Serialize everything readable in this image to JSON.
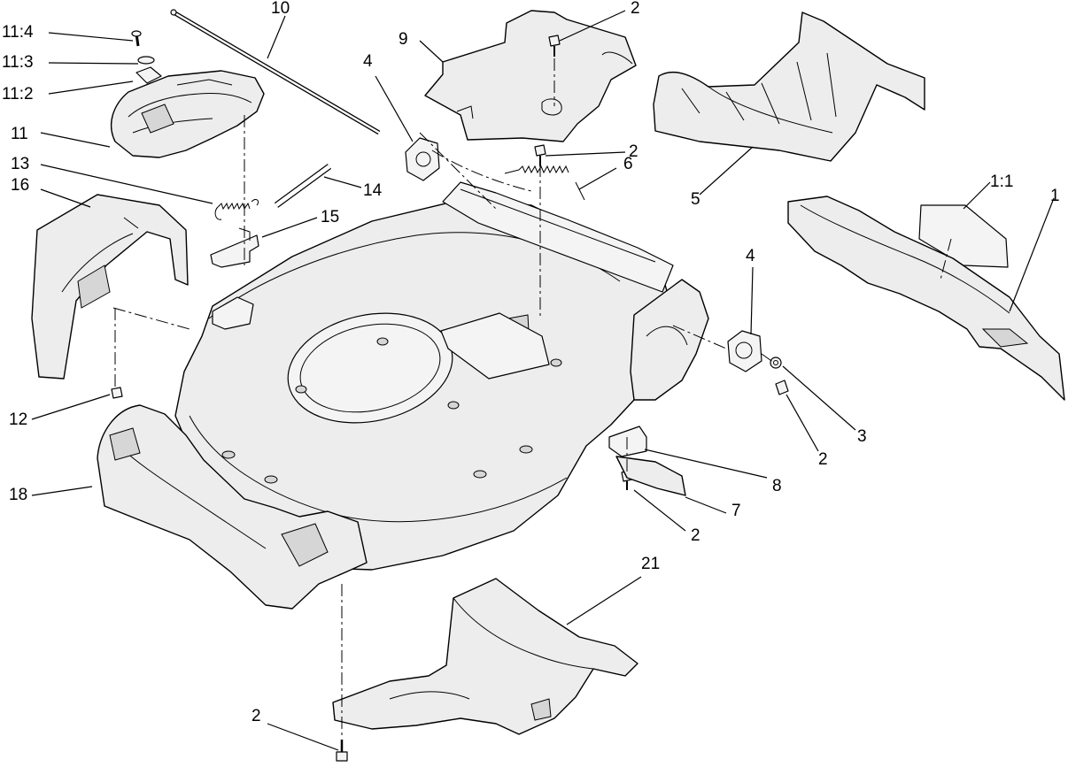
{
  "callouts": {
    "c_11_4": "11:4",
    "c_11_3": "11:3",
    "c_11_2": "11:2",
    "c_11": "11",
    "c_13": "13",
    "c_16": "16",
    "c_10": "10",
    "c_4a": "4",
    "c_9": "9",
    "c_2a": "2",
    "c_2b": "2",
    "c_6": "6",
    "c_14": "14",
    "c_15": "15",
    "c_5": "5",
    "c_1_1": "1:1",
    "c_1": "1",
    "c_4b": "4",
    "c_3": "3",
    "c_2c": "2",
    "c_12": "12",
    "c_18": "18",
    "c_8": "8",
    "c_7": "7",
    "c_2d": "2",
    "c_21": "21",
    "c_2e": "2"
  }
}
